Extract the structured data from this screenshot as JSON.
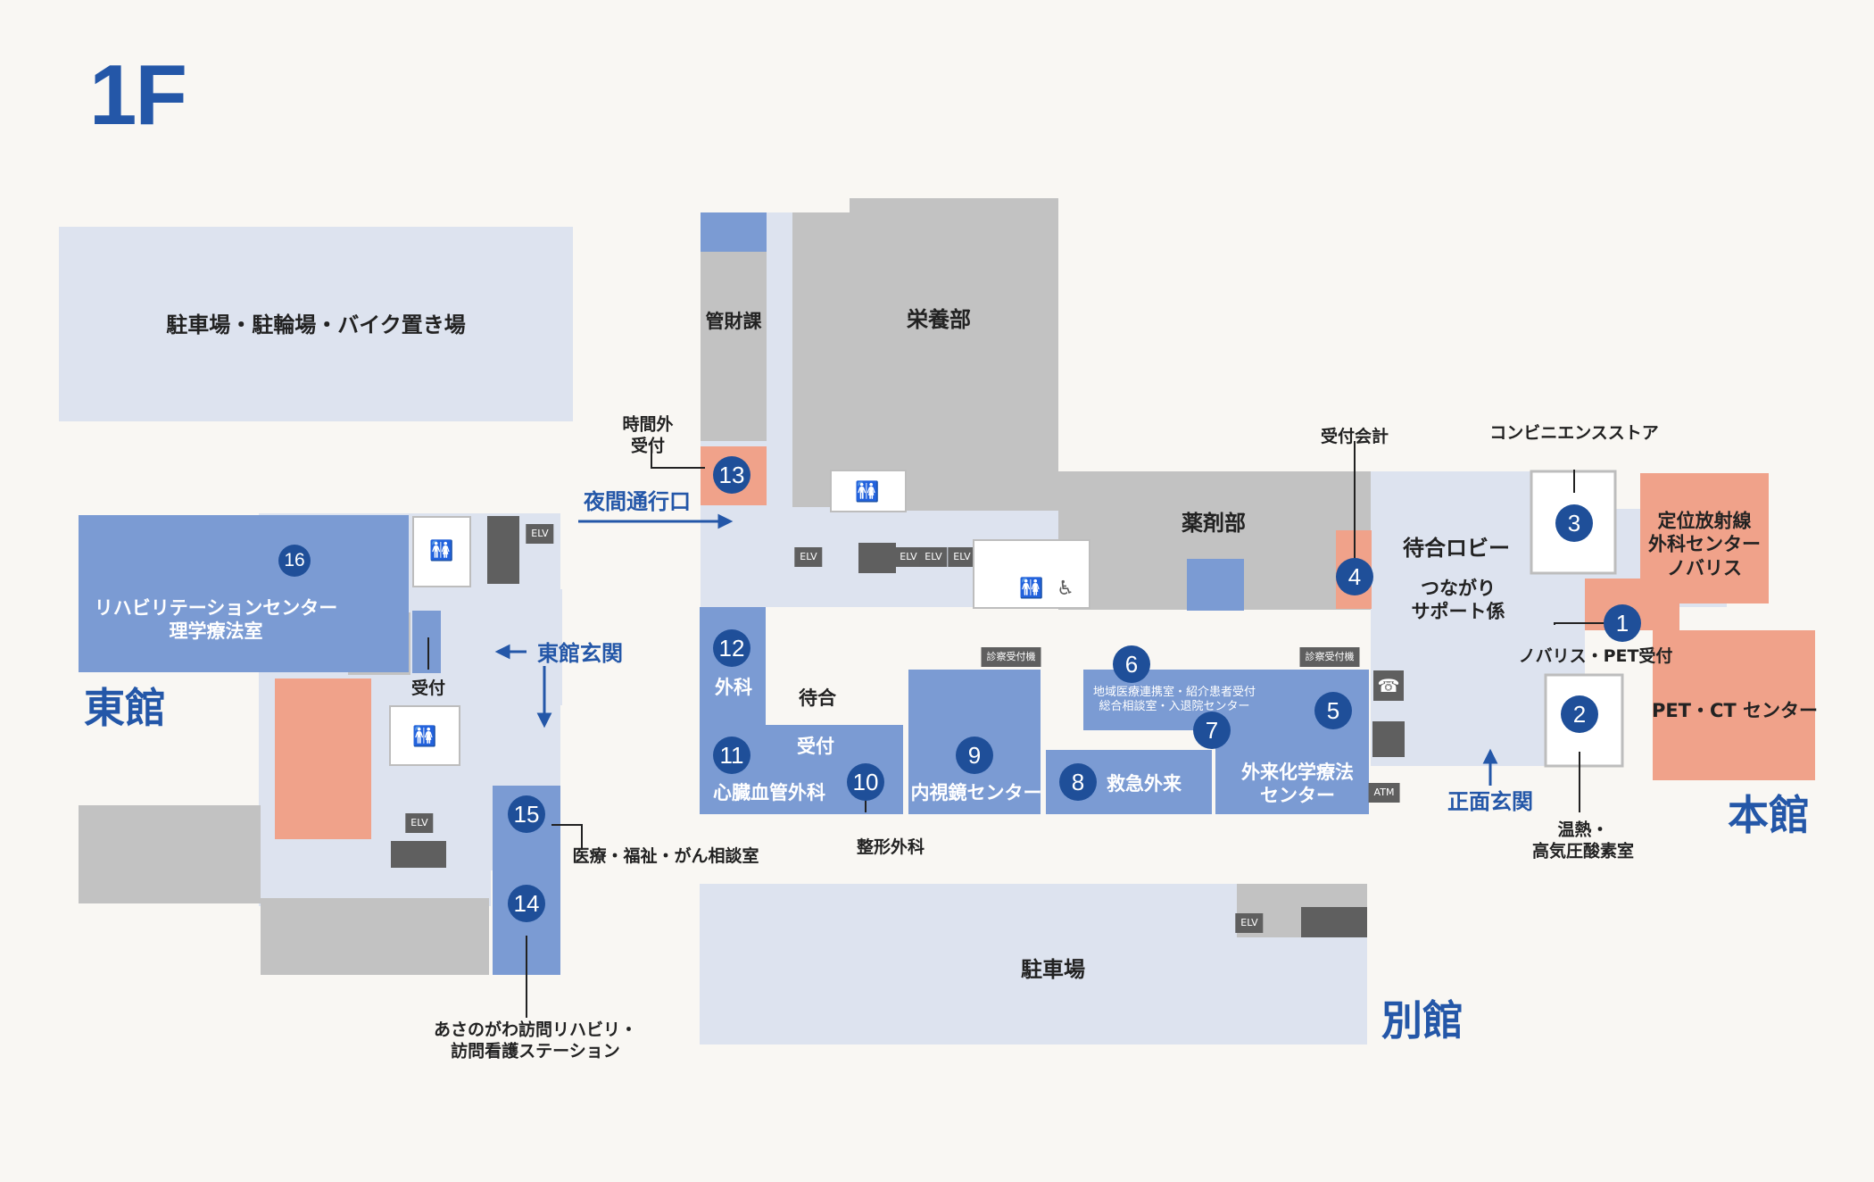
{
  "floor": "1F",
  "buildings": {
    "east": "東館",
    "main": "本館",
    "annex": "別館"
  },
  "areas": {
    "parking_top": "駐車場・駐輪場・バイク置き場",
    "parking_bottom": "駐車場",
    "kanzai": "管財課",
    "eiyou": "栄養部",
    "yakuzai": "薬剤部",
    "lobby": "待合ロビー",
    "support": "つながり\nサポート係",
    "rehab": "リハビリテーションセンター\n理学療法室",
    "geka": "外科",
    "machiai": "待合",
    "uketsuke_in": "受付",
    "shinzou": "心臓血管外科",
    "naishikyo": "内視鏡センター",
    "kyukyu": "救急外来",
    "gairai_kagaku": "外来化学療法\nセンター",
    "chiiki": "地域医療連携室・紹介患者受付\n総合相談室・入退院センター",
    "teii": "定位放射線\n外科センター\nノバリス",
    "petct": "PET・CT センター"
  },
  "callouts": {
    "jikangai": "時間外\n受付",
    "yakan": "夜間通行口",
    "uketsuke_kaikei": "受付会計",
    "conveni": "コンビニエンスストア",
    "novalis_pet": "ノバリス・PET受付",
    "onnetsu": "温熱・\n高気圧酸素室",
    "shomen": "正面玄関",
    "touka_genkan": "東館玄関",
    "uketsuke_east": "受付",
    "iryo_fukushi": "医療・福祉・がん相談室",
    "seikei": "整形外科",
    "asagawa": "あさのがわ訪問リハビリ・\n訪問看護ステーション"
  },
  "chips": {
    "kiosk1": "診察受付機",
    "kiosk2": "診察受付機",
    "elv": "ELV",
    "atm": "ATM"
  },
  "badges": [
    "1",
    "2",
    "3",
    "4",
    "5",
    "6",
    "7",
    "8",
    "9",
    "10",
    "11",
    "12",
    "13",
    "14",
    "15",
    "16"
  ],
  "icons": {
    "toilet": "toilet-icon",
    "accessible": "wheelchair-icon",
    "phone": "phone-icon",
    "stairs": "stairs-icon"
  },
  "colors": {
    "room_blue": "#7b9bd3",
    "corridor": "#dde3ef",
    "service_gray": "#c2c2c2",
    "special_salmon": "#f0a28a",
    "badge": "#1f4f99",
    "title": "#2457a8"
  }
}
